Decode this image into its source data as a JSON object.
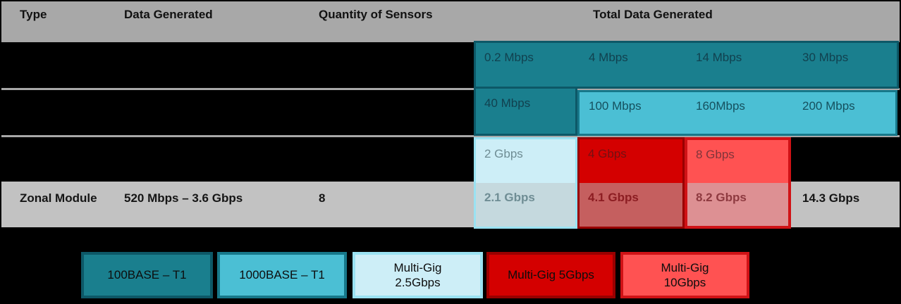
{
  "palette": {
    "background": "#000000",
    "header_gray": "#a8a8a8",
    "zonal_row_gray": "#c2c2c2",
    "teal_100base": "#1a7f8e",
    "teal_border": "#0d5867",
    "blue_1000base": "#4bbfd4",
    "blue_border": "#17788a",
    "pale_multigig25": "#cdeef7",
    "pale_border": "#9ae2f2",
    "red_multigig5": "#d40000",
    "red_border": "#990000",
    "lightred_multigig10": "#ff5252",
    "lightred_border": "#d01216"
  },
  "table": {
    "headers": {
      "type": "Type",
      "data_generated": "Data Generated",
      "quantity": "Quantity  of Sensors",
      "total": "Total Data Generated"
    },
    "rows": [
      {
        "type": "",
        "data_generated": "",
        "quantity": "",
        "values": [
          "0.2 Mbps",
          "4 Mbps",
          "14 Mbps",
          "30 Mbps"
        ]
      },
      {
        "type": "",
        "data_generated": "",
        "quantity": "",
        "values": [
          "40 Mbps",
          "100 Mbps",
          "160Mbps",
          "200 Mbps"
        ]
      },
      {
        "type": "",
        "data_generated": "",
        "quantity": "",
        "values": [
          "2 Gbps",
          "4 Gbps",
          "8 Gbps",
          ""
        ]
      },
      {
        "type": "Zonal Module",
        "data_generated": "520 Mbps – 3.6 Gbps",
        "quantity": "8",
        "values": [
          "2.1 Gbps",
          "4.1 Gbps",
          "8.2 Gbps",
          "14.3 Gbps"
        ]
      }
    ]
  },
  "legend": [
    {
      "line1": "100BASE – T1",
      "line2": "",
      "color": "#1a7f8e"
    },
    {
      "line1": "1000BASE – T1",
      "line2": "",
      "color": "#4bbfd4"
    },
    {
      "line1": "Multi-Gig",
      "line2": "2.5Gbps",
      "color": "#cdeef7"
    },
    {
      "line1": "Multi-Gig  5Gbps",
      "line2": "",
      "color": "#d40000"
    },
    {
      "line1": "Multi-Gig",
      "line2": "10Gbps",
      "color": "#ff5252"
    }
  ]
}
